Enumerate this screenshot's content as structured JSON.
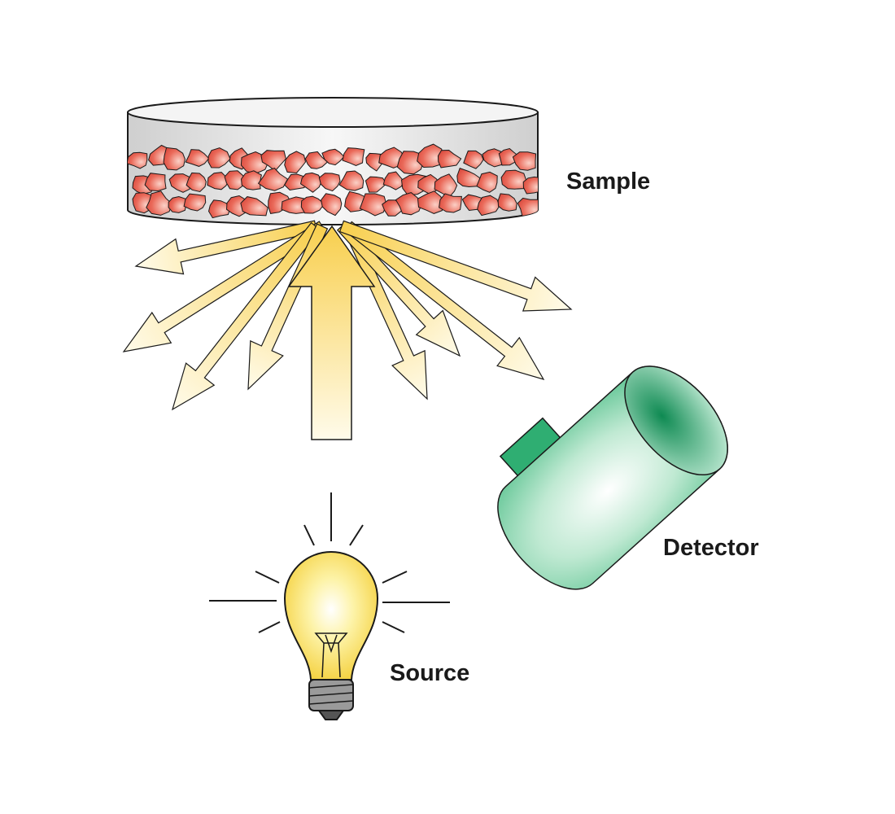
{
  "labels": {
    "sample": "Sample",
    "detector": "Detector",
    "source": "Source"
  },
  "colors": {
    "particle": "#e8574a",
    "particle_light": "#f7b3a8",
    "beam": "#f9d55a",
    "beam_light": "#fffbe8",
    "detector": "#22a86a",
    "detector_light": "#e6f7ee",
    "bulb": "#fbe36a",
    "dish": "#d8d8d8",
    "outline": "#1a1a1a"
  }
}
